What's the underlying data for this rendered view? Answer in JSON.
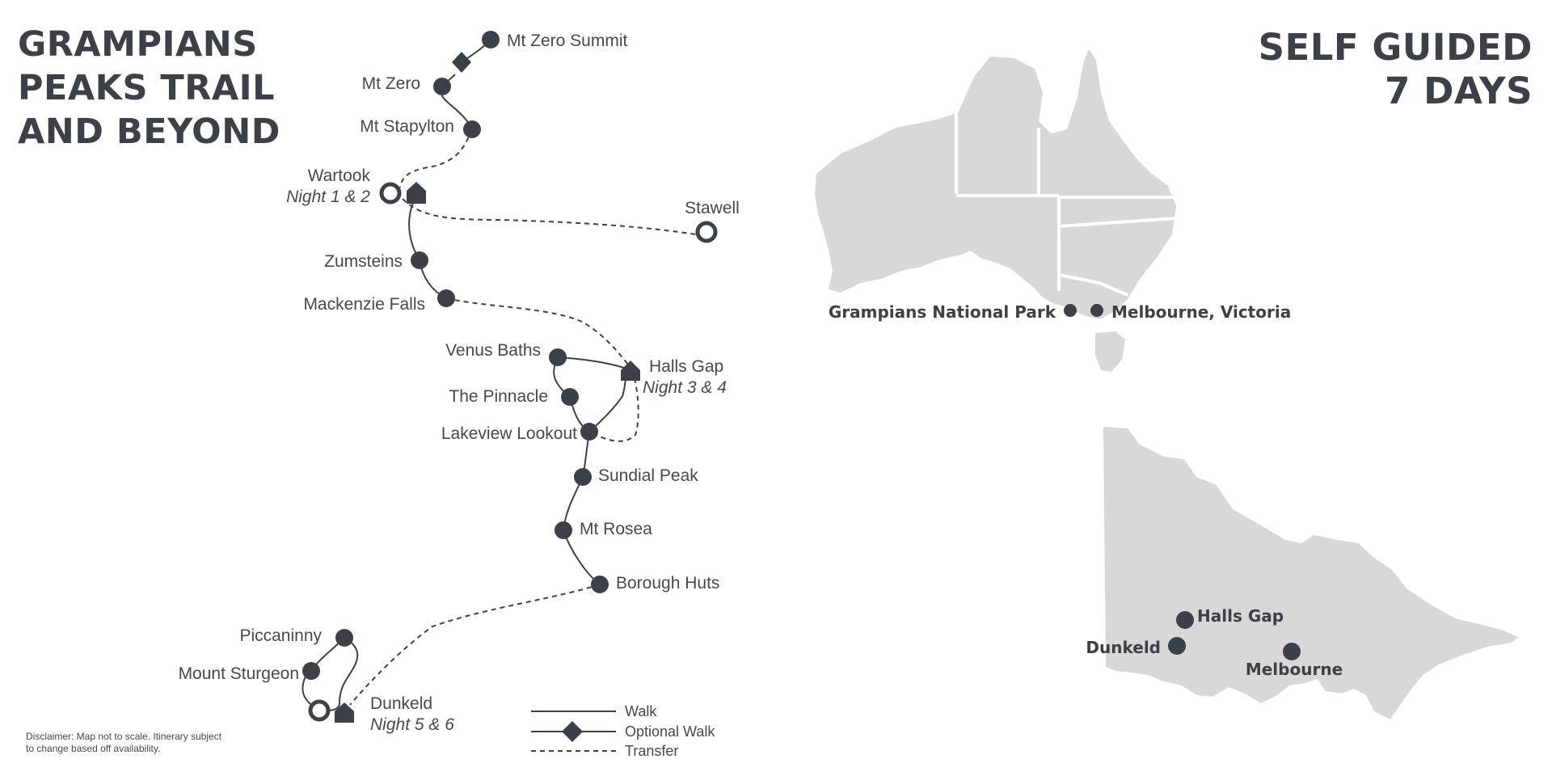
{
  "title": {
    "lines": [
      "GRAMPIANS",
      "PEAKS TRAIL",
      "AND BEYOND"
    ]
  },
  "subtitle": {
    "lines": [
      "SELF GUIDED",
      "7 DAYS"
    ]
  },
  "trail_stops": [
    {
      "name": "Mt Zero Summit"
    },
    {
      "name": "Mt Zero"
    },
    {
      "name": "Mt Stapylton"
    },
    {
      "name": "Wartook",
      "note": "Night 1 & 2"
    },
    {
      "name": "Stawell"
    },
    {
      "name": "Zumsteins"
    },
    {
      "name": "Mackenzie Falls"
    },
    {
      "name": "Venus Baths"
    },
    {
      "name": "Halls Gap",
      "note": "Night 3 & 4"
    },
    {
      "name": "The Pinnacle"
    },
    {
      "name": "Lakeview Lookout"
    },
    {
      "name": "Sundial Peak"
    },
    {
      "name": "Mt Rosea"
    },
    {
      "name": "Borough Huts"
    },
    {
      "name": "Piccaninny"
    },
    {
      "name": "Mount Sturgeon"
    },
    {
      "name": "Dunkeld",
      "note": "Night 5 & 6"
    }
  ],
  "legend": {
    "walk": "Walk",
    "optional_walk": "Optional Walk",
    "transfer": "Transfer"
  },
  "australia_map": {
    "labels": {
      "park": "Grampians National Park",
      "city": "Melbourne, Victoria"
    }
  },
  "victoria_map": {
    "labels": {
      "halls_gap": "Halls Gap",
      "dunkeld": "Dunkeld",
      "melbourne": "Melbourne"
    }
  },
  "disclaimer": {
    "lines": [
      "Disclaimer: Map not to scale. Itinerary subject",
      "to change based off availability."
    ]
  },
  "colors": {
    "ink": "#3b4049",
    "land": "#d8d8d8",
    "border": "#ffffff"
  }
}
